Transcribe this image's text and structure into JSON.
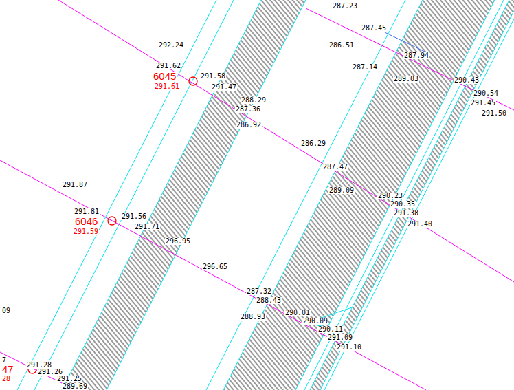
{
  "diagram": {
    "labels": [
      "287.23",
      "287.45",
      "286.51",
      "287.94",
      "287.14",
      "289.03",
      "290.43",
      "290.54",
      "291.45",
      "291.50",
      "292.24",
      "291.62",
      "6045",
      "291.61",
      "291.58",
      "291.47",
      "288.29",
      "287.36",
      "286.92",
      "286.29",
      "287.47",
      "289.09",
      "290.23",
      "290.35",
      "291.38",
      "291.40",
      "291.87",
      "291.81",
      "6046",
      "291.59",
      "291.56",
      "291.71",
      "296.95",
      "296.65",
      "287.32",
      "288.43",
      "288.93",
      "290.01",
      "290.09",
      "290.11",
      "291.09",
      "291.10",
      "09",
      "7",
      "47",
      "28",
      "291.28",
      "291.26",
      "291.25",
      "289.69"
    ]
  }
}
